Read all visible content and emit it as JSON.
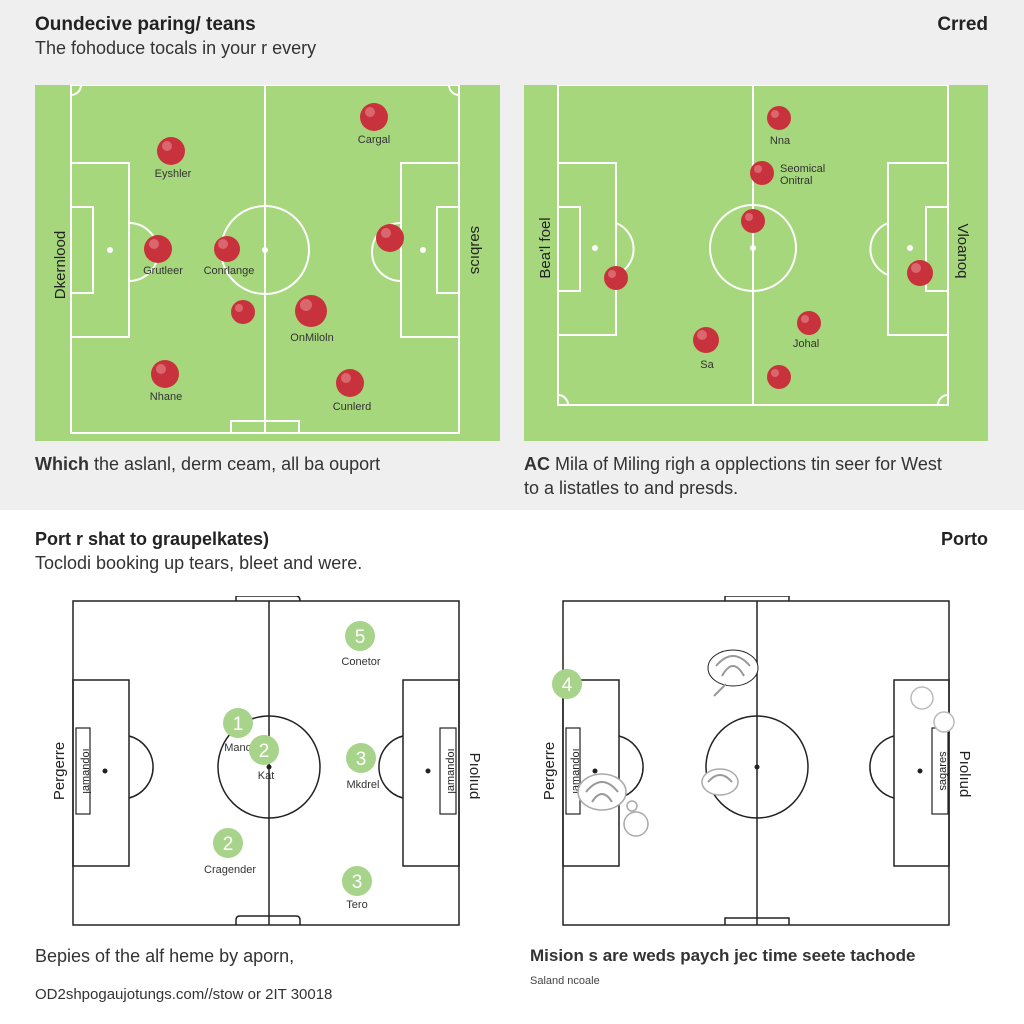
{
  "top": {
    "title": "Oundecive paring/ teans",
    "title_right": "Crred",
    "subtitle": "The fohoduce tocals in your r every",
    "left_pitch": {
      "side_left": "Dkernlood",
      "side_right": "sǝɹbıɔs",
      "players": [
        {
          "label": "Cargal"
        },
        {
          "label": "Eyshler"
        },
        {
          "label": "Grutleer"
        },
        {
          "label": "Conrlange"
        },
        {
          "label": ""
        },
        {
          "label": "OnMiloln"
        },
        {
          "label": ""
        },
        {
          "label": "Nhane"
        },
        {
          "label": "Cunlerd"
        }
      ]
    },
    "right_pitch": {
      "side_left": "Bea'l foel",
      "side_right": "Vloanoq",
      "players": [
        {
          "label": "Nna"
        },
        {
          "label": "Seomical Onitral"
        },
        {
          "label": ""
        },
        {
          "label": ""
        },
        {
          "label": ""
        },
        {
          "label": "Johal"
        },
        {
          "label": "Sa"
        },
        {
          "label": ""
        }
      ]
    },
    "caption_left_bold": "Which",
    "caption_left_rest": " the aslanl, derm ceam, all ba ouport",
    "caption_right_bold": "AC",
    "caption_right_rest": " Mila of Miling righ a opplections tin seer for West",
    "caption_right_line2": "to a listatles to and presds."
  },
  "bottom": {
    "title": "Port r shat to graupelkates)",
    "title_right": "Porto",
    "subtitle": "Toclodi booking up tears, bleet and were.",
    "left_pitch": {
      "side_left": "Pergerre",
      "side_left_box": "ıopuɐɯɐl",
      "side_right": "Pıolıud",
      "side_right_box": "ıopuɐɯɐl",
      "markers": [
        {
          "num": "5",
          "label": "Conetor"
        },
        {
          "num": "1",
          "label": "Mano"
        },
        {
          "num": "2",
          "label": "Kat"
        },
        {
          "num": "3",
          "label": "Mkdrel"
        },
        {
          "num": "2",
          "label": "Cragender"
        },
        {
          "num": "3",
          "label": "Tero"
        }
      ]
    },
    "right_pitch": {
      "side_left": "Pergerre",
      "side_left_box": "ıopuɐɯɐl",
      "side_right": "Pıolıud",
      "side_right_box": "sǝɹɐɓɐs",
      "markers": [
        {
          "num": "4",
          "label": ""
        }
      ]
    },
    "caption_left": "Bepies of the alf heme by aporn,",
    "caption_right": "Mision s are weds paych jec time seete tachode",
    "caption_right_small": "Saland ncoale",
    "footer_url": "OD2shpogaujotungs.com//stow or 2IT 30018"
  },
  "colors": {
    "grass": "#a6d77c",
    "player": "#c8323c",
    "marker": "#a7d48a",
    "line": "#ffffff",
    "ink": "#222222"
  }
}
